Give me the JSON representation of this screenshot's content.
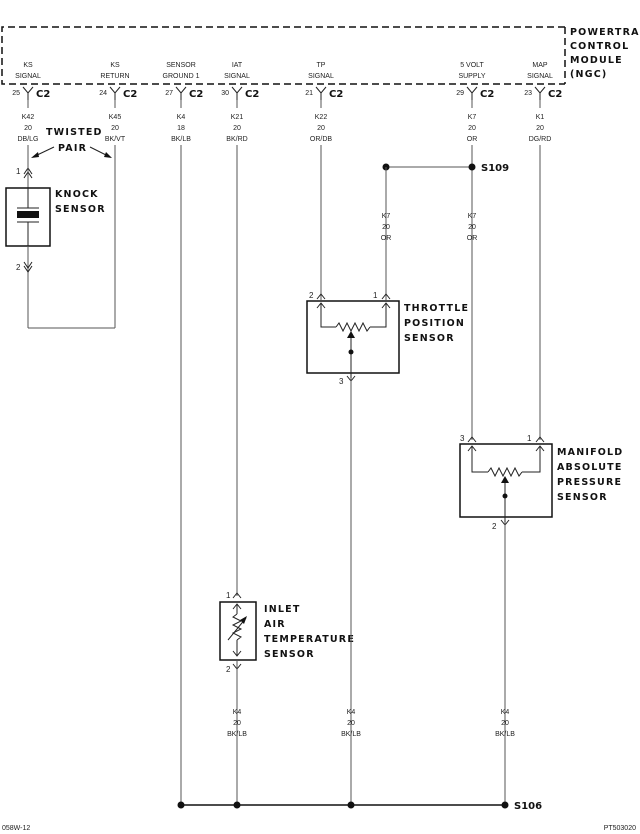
{
  "module": {
    "lines": [
      "POWERTRAIN",
      "CONTROL",
      "MODULE",
      "(NGC)"
    ]
  },
  "pins": [
    {
      "id": "ks-signal",
      "label1": "KS",
      "label2": "SIGNAL",
      "pin": "25",
      "conn": "C2",
      "wire": "K42",
      "gauge": "20",
      "color": "DB/LG"
    },
    {
      "id": "ks-return",
      "label1": "KS",
      "label2": "RETURN",
      "pin": "24",
      "conn": "C2",
      "wire": "K45",
      "gauge": "20",
      "color": "BK/VT"
    },
    {
      "id": "sensor-ground",
      "label1": "SENSOR",
      "label2": "GROUND 1",
      "pin": "27",
      "conn": "C2",
      "wire": "K4",
      "gauge": "18",
      "color": "BK/LB"
    },
    {
      "id": "iat-signal",
      "label1": "IAT",
      "label2": "SIGNAL",
      "pin": "30",
      "conn": "C2",
      "wire": "K21",
      "gauge": "20",
      "color": "BK/RD"
    },
    {
      "id": "tp-signal",
      "label1": "TP",
      "label2": "SIGNAL",
      "pin": "21",
      "conn": "C2",
      "wire": "K22",
      "gauge": "20",
      "color": "OR/DB"
    },
    {
      "id": "5v-supply",
      "label1": "5 VOLT",
      "label2": "SUPPLY",
      "pin": "29",
      "conn": "C2",
      "wire": "K7",
      "gauge": "20",
      "color": "OR"
    },
    {
      "id": "map-signal",
      "label1": "MAP",
      "label2": "SIGNAL",
      "pin": "23",
      "conn": "C2",
      "wire": "K1",
      "gauge": "20",
      "color": "DG/RD"
    }
  ],
  "twisted_pair": [
    "TWISTED",
    "PAIR"
  ],
  "knock": {
    "lines": [
      "KNOCK",
      "SENSOR"
    ],
    "pin_top": "1",
    "pin_bottom": "2"
  },
  "splice_s109": {
    "label": "S109"
  },
  "k7_tp": {
    "wire": "K7",
    "gauge": "20",
    "color": "OR"
  },
  "k7_map": {
    "wire": "K7",
    "gauge": "20",
    "color": "OR"
  },
  "tps": {
    "lines": [
      "THROTTLE",
      "POSITION",
      "SENSOR"
    ],
    "pin_left": "2",
    "pin_right": "1",
    "pin_bottom": "3"
  },
  "map_sensor": {
    "lines": [
      "MANIFOLD",
      "ABSOLUTE",
      "PRESSURE",
      "SENSOR"
    ],
    "pin_left": "3",
    "pin_right": "1",
    "pin_bottom": "2"
  },
  "iat": {
    "lines": [
      "INLET",
      "AIR",
      "TEMPERATURE",
      "SENSOR"
    ],
    "pin_top": "1",
    "pin_bottom": "2"
  },
  "ground_wires": [
    {
      "id": "iat-ground",
      "wire": "K4",
      "gauge": "20",
      "color": "BK/LB"
    },
    {
      "id": "tp-ground",
      "wire": "K4",
      "gauge": "20",
      "color": "BK/LB"
    },
    {
      "id": "map-ground",
      "wire": "K4",
      "gauge": "20",
      "color": "BK/LB"
    }
  ],
  "splice_s106": {
    "label": "S106"
  },
  "footer": {
    "left": "058W-12",
    "right": "PT503020"
  }
}
